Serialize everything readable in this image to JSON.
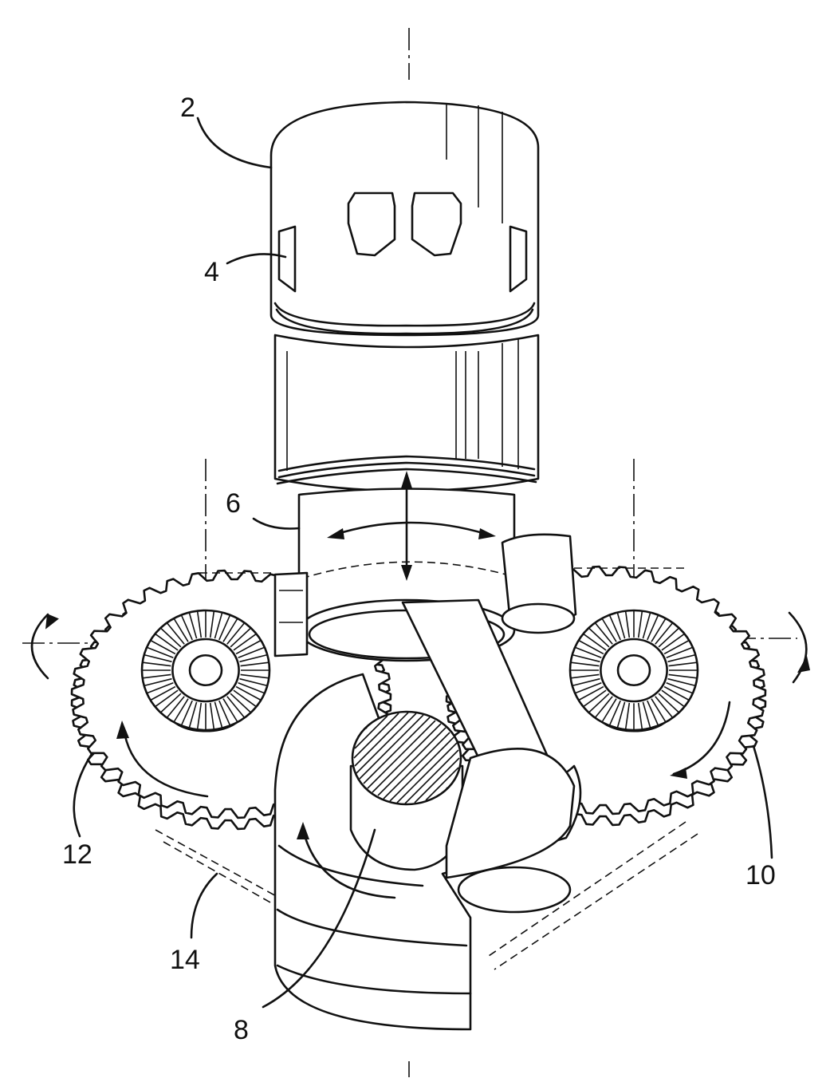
{
  "figure": {
    "reference_numerals": [
      {
        "key": "r2",
        "text": "2"
      },
      {
        "key": "r4",
        "text": "4"
      },
      {
        "key": "r6",
        "text": "6"
      },
      {
        "key": "r8",
        "text": "8"
      },
      {
        "key": "r10",
        "text": "10"
      },
      {
        "key": "r12",
        "text": "12"
      },
      {
        "key": "r14",
        "text": "14"
      }
    ]
  }
}
